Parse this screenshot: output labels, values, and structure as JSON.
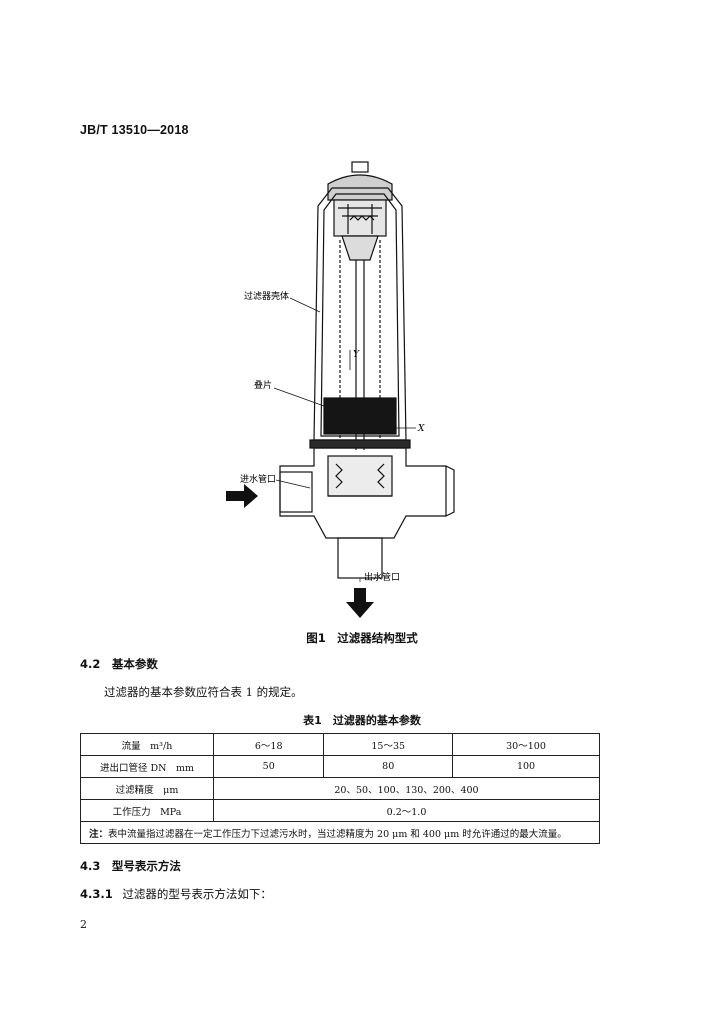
{
  "header": {
    "std_no": "JB/T 13510—2018"
  },
  "figure": {
    "labels": {
      "shell": "过滤器壳体",
      "discs": "叠片",
      "inlet": "进水管口",
      "outlet": "出水管口",
      "axis_y": "Y",
      "axis_x": "X"
    },
    "caption": "图1　过滤器结构型式"
  },
  "section_4_2": {
    "heading": "4.2　基本参数",
    "para": "过滤器的基本参数应符合表 1 的规定。",
    "table_caption": "表1　过滤器的基本参数",
    "table": {
      "row_flow": {
        "label": "流量　m³/h",
        "c1": "6～18",
        "c2": "15～35",
        "c3": "30～100"
      },
      "row_dn": {
        "label": "进出口管径 DN　mm",
        "c1": "50",
        "c2": "80",
        "c3": "100"
      },
      "row_precision": {
        "label": "过滤精度　μm",
        "value": "20、50、100、130、200、400"
      },
      "row_pressure": {
        "label": "工作压力　MPa",
        "value": "0.2～1.0"
      },
      "note_label": "注：",
      "note_text": "表中流量指过滤器在一定工作压力下过滤污水时，当过滤精度为 20 μm 和 400 μm 时允许通过的最大流量。"
    }
  },
  "section_4_3": {
    "heading": "4.3　型号表示方法",
    "sub_num": "4.3.1",
    "sub_text": "过滤器的型号表示方法如下："
  },
  "page_number": "2"
}
